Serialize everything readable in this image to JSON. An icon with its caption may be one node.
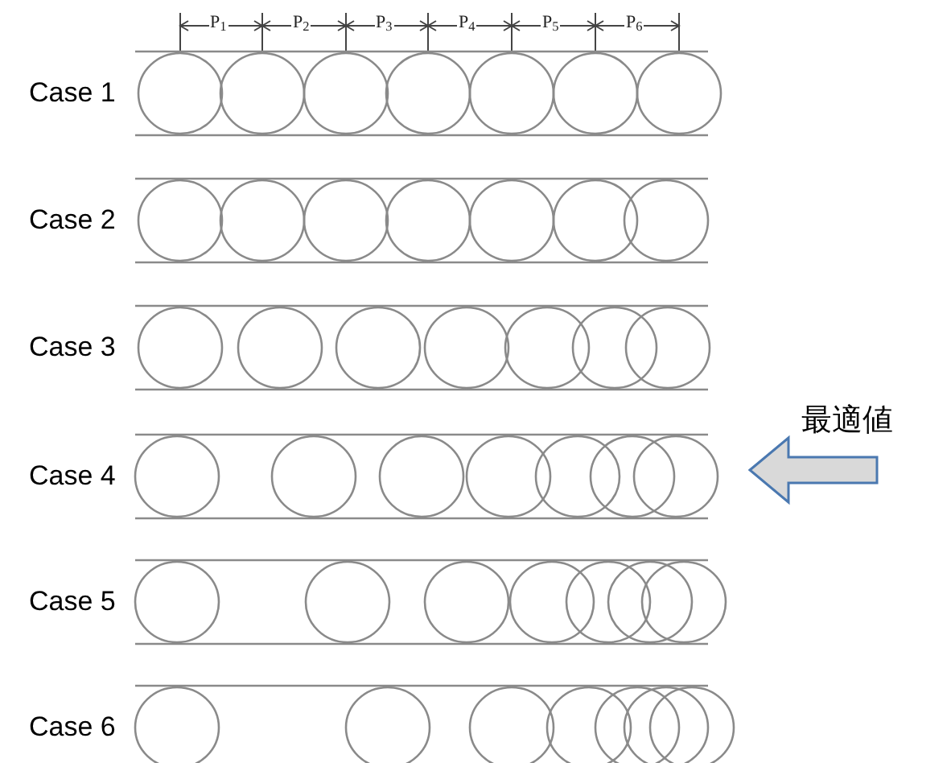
{
  "diagram": {
    "labels": [
      "P$_{1}$",
      "P$_{2}$",
      "P$_{3}$",
      "P$_{4}$",
      "P$_{5}$",
      "P$_{6}$",
      "Case 1",
      "Case 2",
      "Case 3",
      "Case 4",
      "Case 5",
      "Case 6",
      "最適値"
    ]
  }
}
